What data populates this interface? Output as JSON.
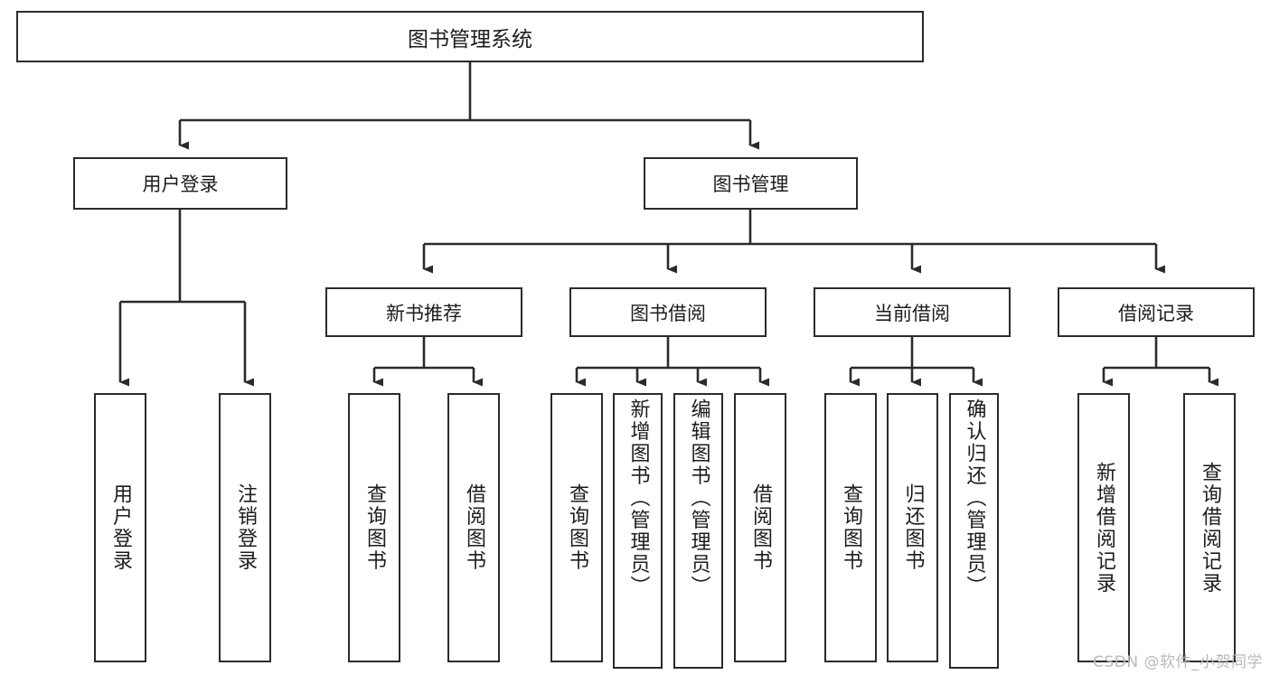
{
  "diagram": {
    "type": "tree",
    "title": "图书管理系统",
    "watermark": "CSDN @软件_小贺同学",
    "colors": {
      "box_border": "#2b2b2b",
      "box_fill": "#ffffff",
      "connector": "#2b2b2b",
      "text": "#1c1c1c",
      "watermark": "#b9b9b9"
    },
    "root": {
      "label": "图书管理系统"
    },
    "level2": [
      {
        "label": "用户登录"
      },
      {
        "label": "图书管理"
      }
    ],
    "level3": [
      {
        "label": "新书推荐"
      },
      {
        "label": "图书借阅"
      },
      {
        "label": "当前借阅"
      },
      {
        "label": "借阅记录"
      }
    ],
    "leaves": {
      "user_login": [
        {
          "label": "用户登录"
        },
        {
          "label": "注销登录"
        }
      ],
      "new_book_recommend": [
        {
          "label": "查询图书"
        },
        {
          "label": "借阅图书"
        }
      ],
      "book_borrow": [
        {
          "label": "查询图书"
        },
        {
          "label": "新增图书（管理员）"
        },
        {
          "label": "编辑图书（管理员）"
        },
        {
          "label": "借阅图书"
        }
      ],
      "current_borrow": [
        {
          "label": "查询图书"
        },
        {
          "label": "归还图书"
        },
        {
          "label": "确认归还（管理员）"
        }
      ],
      "borrow_record": [
        {
          "label": "新增借阅记录"
        },
        {
          "label": "查询借阅记录"
        }
      ]
    }
  }
}
